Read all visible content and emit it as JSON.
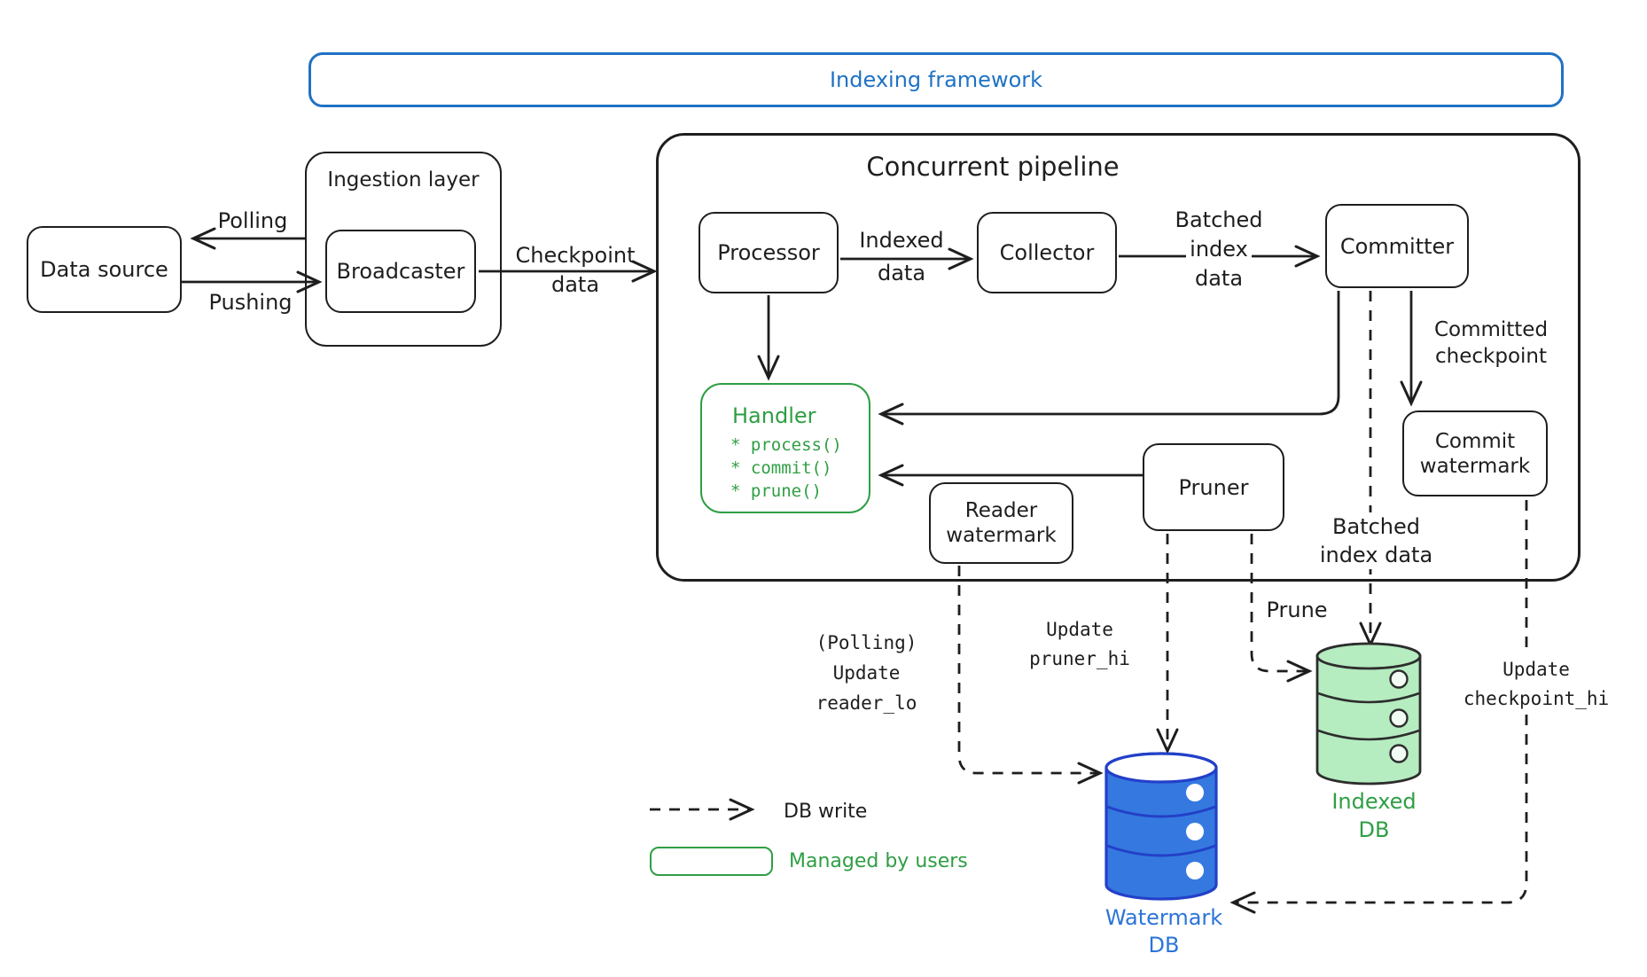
{
  "framework": {
    "title": "Indexing framework"
  },
  "pipeline": {
    "title": "Concurrent pipeline"
  },
  "nodes": {
    "data_source": {
      "label": "Data source"
    },
    "ingestion": {
      "label": "Ingestion layer"
    },
    "broadcaster": {
      "label": "Broadcaster"
    },
    "processor": {
      "label": "Processor"
    },
    "collector": {
      "label": "Collector"
    },
    "committer": {
      "label": "Committer"
    },
    "commit_watermark": {
      "line1": "Commit",
      "line2": "watermark"
    },
    "reader_watermark": {
      "line1": "Reader",
      "line2": "watermark"
    },
    "pruner": {
      "label": "Pruner"
    }
  },
  "handler": {
    "title": "Handler",
    "methods": [
      "* process()",
      "* commit()",
      "* prune()"
    ]
  },
  "edges": {
    "polling": {
      "label": "Polling"
    },
    "pushing": {
      "label": "Pushing"
    },
    "checkpoint": {
      "line1": "Checkpoint",
      "line2": "data"
    },
    "indexed": {
      "line1": "Indexed",
      "line2": "data"
    },
    "batched_top": {
      "line1": "Batched",
      "line2": "index",
      "line3": "data"
    },
    "committed": {
      "line1": "Committed",
      "line2": "checkpoint"
    },
    "batched_bottom": {
      "line1": "Batched",
      "line2": "index data"
    },
    "prune": {
      "label": "Prune"
    },
    "reader_lo": {
      "line1": "(Polling)",
      "line2": "Update",
      "line3": "reader_lo"
    },
    "pruner_hi": {
      "line1": "Update",
      "line2": "pruner_hi"
    },
    "checkpoint_hi": {
      "line1": "Update",
      "line2": "checkpoint_hi"
    }
  },
  "databases": {
    "watermark": {
      "line1": "Watermark",
      "line2": "DB"
    },
    "indexed": {
      "line1": "Indexed",
      "line2": "DB"
    }
  },
  "legend": {
    "db_write": "DB write",
    "managed_by_users": "Managed by users"
  },
  "colors": {
    "ink": "#1e1e1e",
    "blue_stroke": "#1f72c4",
    "blue_db_fill": "#3579e0",
    "blue_db_stroke": "#2340c8",
    "blue_db_label": "#2b74d8",
    "green": "#2f9e44",
    "green_db_fill": "#b5ecc0"
  }
}
